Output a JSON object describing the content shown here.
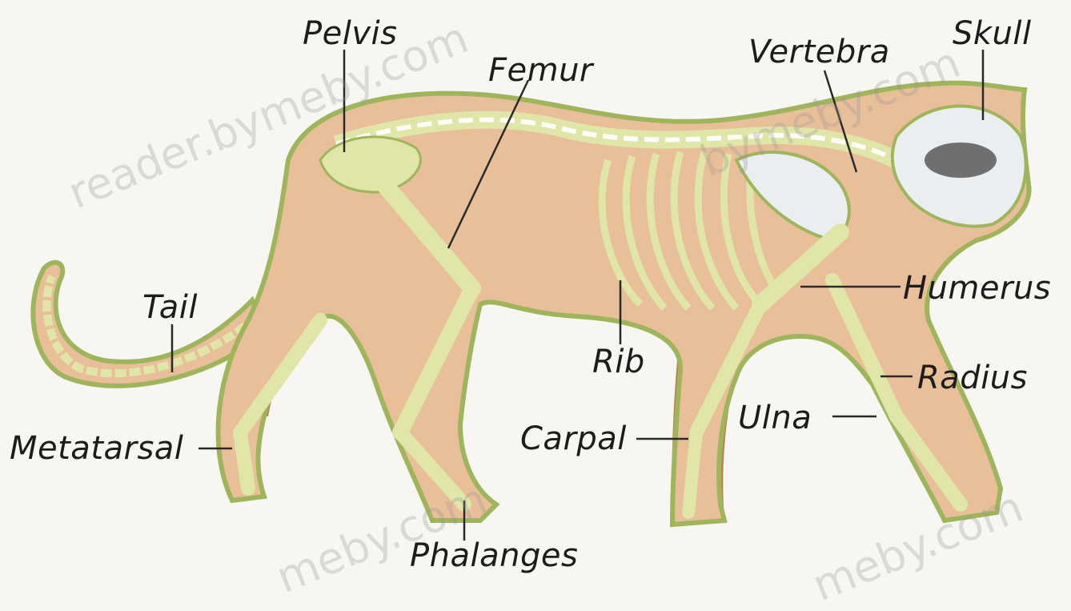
{
  "labels": {
    "pelvis": "Pelvis",
    "femur": "Femur",
    "vertebra": "Vertebra",
    "skull": "Skull",
    "tail": "Tail",
    "humerus": "Humerus",
    "rib": "Rib",
    "radius": "Radius",
    "ulna": "Ulna",
    "carpal": "Carpal",
    "metatarsal": "Metatarsal",
    "phalanges": "Phalanges"
  },
  "watermarks": [
    "reader.bymeby.com",
    "bymeby.com",
    "meby.com",
    "meby.com"
  ],
  "colors": {
    "body": "#e8bf98",
    "body_shadow": "#b58446",
    "bone": "#dfe6a8",
    "bone_outline": "#9fb55c",
    "line": "#2a2a2a",
    "background": "#f7f6f3"
  }
}
